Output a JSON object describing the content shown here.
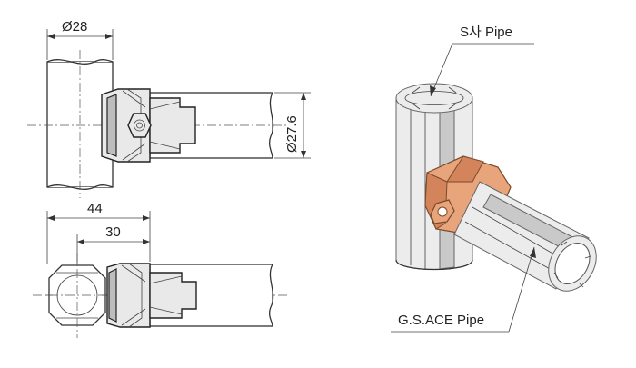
{
  "dimensions": {
    "top_pipe_diameter": "Ø28",
    "side_pipe_diameter": "Ø27.6",
    "overall_length": "44",
    "inner_length": "30"
  },
  "callouts": {
    "s_pipe": "S사 Pipe",
    "gs_ace_pipe": "G.S.ACE Pipe"
  },
  "colors": {
    "joint_copper": "#e8a47a",
    "line": "#333333"
  }
}
